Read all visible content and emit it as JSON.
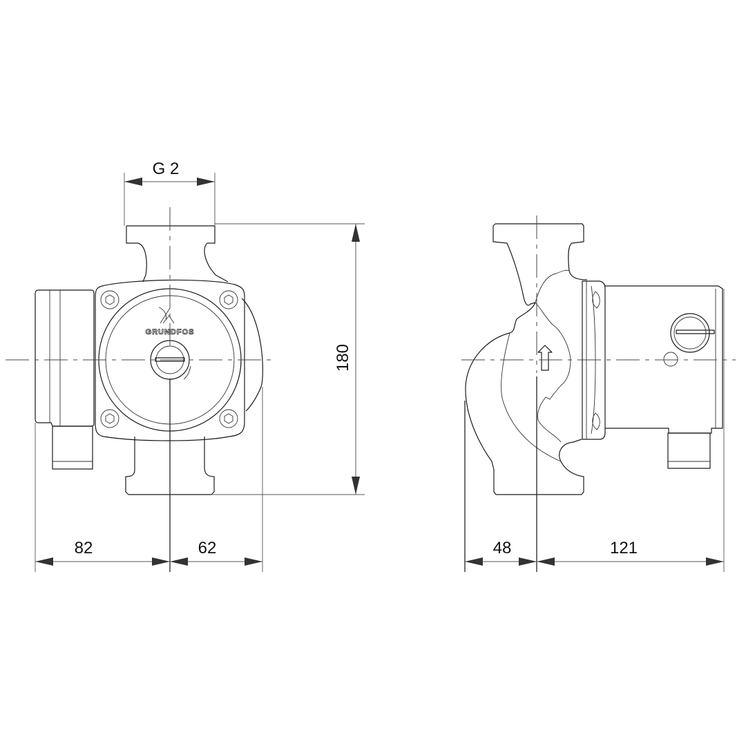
{
  "drawing": {
    "subject": "Circulator pump dimensional drawing",
    "brand_logo_text": "GRUNDFOS",
    "units": "mm",
    "views": [
      {
        "name": "front-view"
      },
      {
        "name": "side-view"
      }
    ],
    "dimensions": {
      "connection": "G 2",
      "port_to_port": "180",
      "front_left": "82",
      "front_right": "62",
      "side_left": "48",
      "side_right": "121"
    },
    "colors": {
      "line": "#1a1a1a",
      "dimension_line": "#555555",
      "background": "#ffffff"
    }
  }
}
